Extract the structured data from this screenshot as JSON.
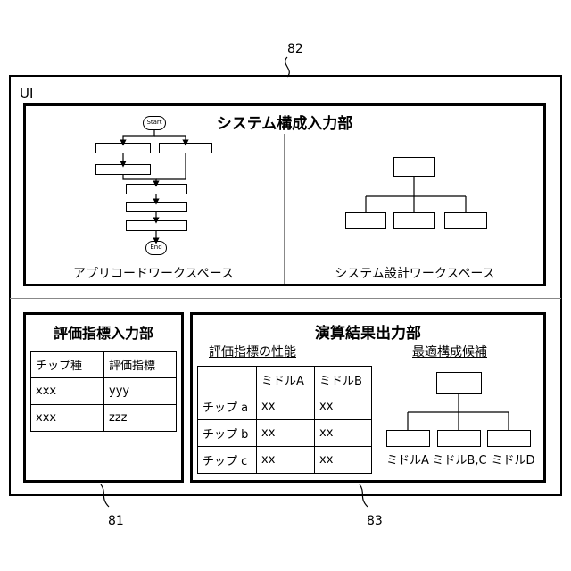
{
  "refs": {
    "ui": "82",
    "eval_input": "81",
    "result_output": "83"
  },
  "ui_label": "UI",
  "system_config": {
    "title": "システム構成入力部",
    "app_workspace": {
      "caption": "アプリコードワークスペース",
      "start": "Start",
      "end": "End"
    },
    "system_workspace": {
      "caption": "システム設計ワークスペース"
    }
  },
  "eval_input": {
    "title": "評価指標入力部",
    "headers": [
      "チップ種",
      "評価指標"
    ],
    "rows": [
      [
        "xxx",
        "yyy"
      ],
      [
        "xxx",
        "zzz"
      ]
    ]
  },
  "result_output": {
    "title": "演算結果出力部",
    "performance": {
      "heading": "評価指標の性能",
      "headers": [
        "",
        "ミドルA",
        "ミドルB"
      ],
      "rows": [
        [
          "チップ a",
          "xx",
          "xx"
        ],
        [
          "チップ b",
          "xx",
          "xx"
        ],
        [
          "チップ c",
          "xx",
          "xx"
        ]
      ]
    },
    "optimal": {
      "heading": "最適構成候補",
      "leaves": [
        "ミドルA",
        "ミドルB,C",
        "ミドルD"
      ]
    }
  }
}
